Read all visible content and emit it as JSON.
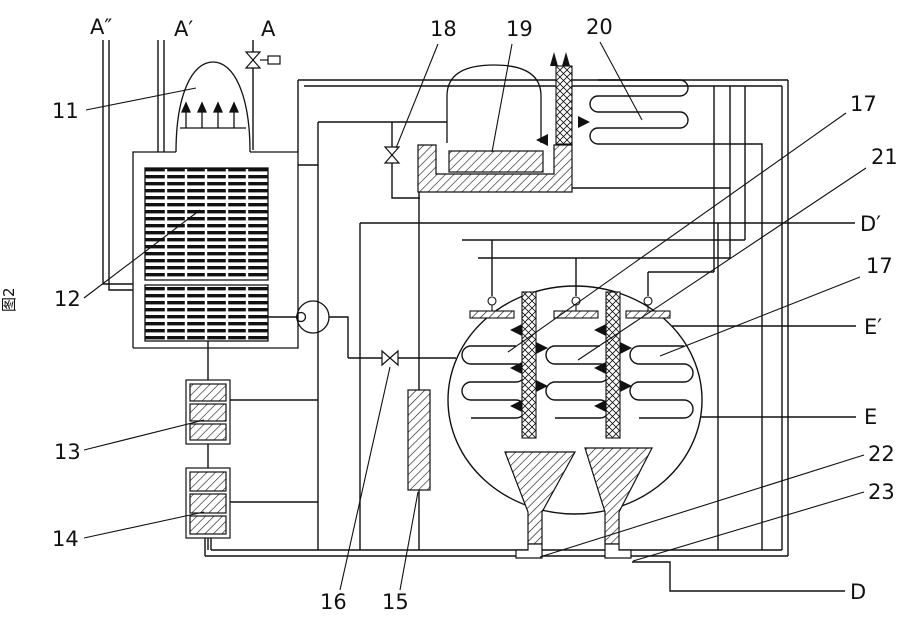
{
  "figure": {
    "caption": "图2"
  },
  "labels": {
    "a2": "A″",
    "a1": "A′",
    "a": "A",
    "n11": "11",
    "n12": "12",
    "n13": "13",
    "n14": "14",
    "n15": "15",
    "n16": "16",
    "n17_left": "17",
    "n17_right": "17",
    "n18": "18",
    "n19": "19",
    "n20": "20",
    "n21": "21",
    "n22": "22",
    "n23": "23",
    "d_prime": "D′",
    "d": "D",
    "e_prime": "E′",
    "e": "E"
  }
}
